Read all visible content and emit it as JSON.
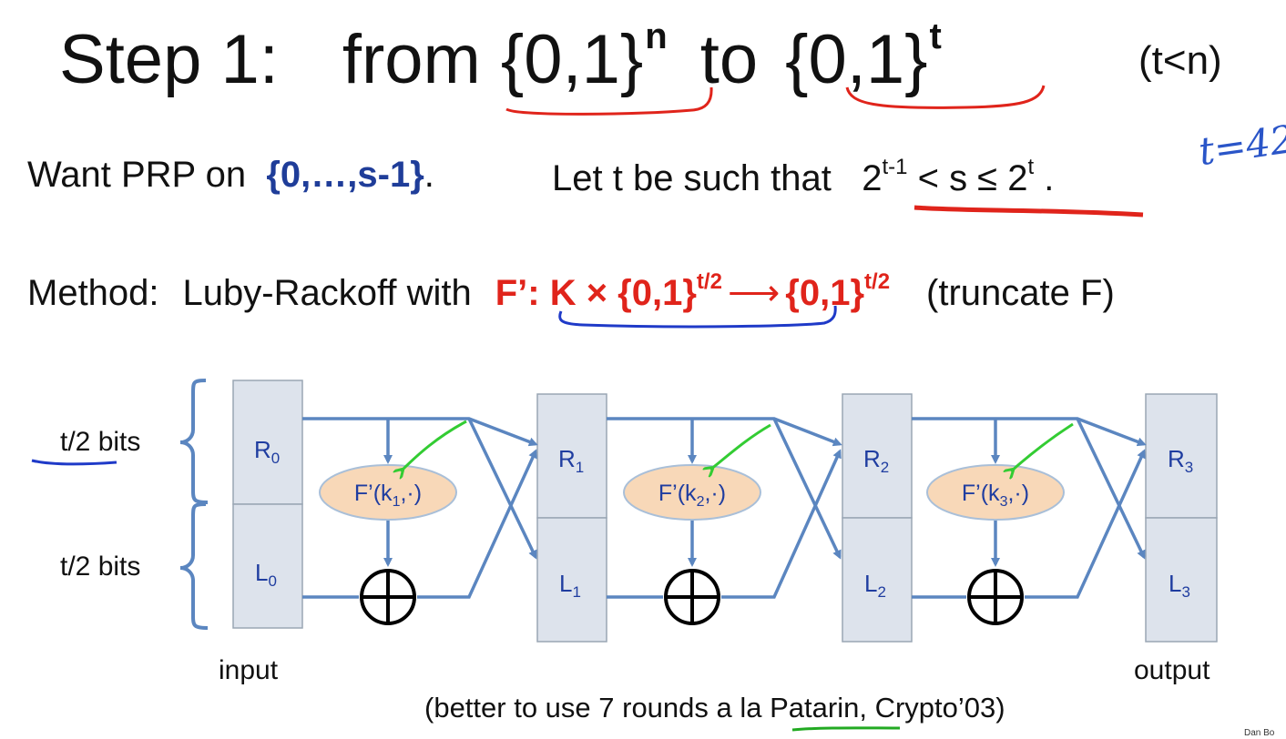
{
  "title": {
    "step": "Step 1:",
    "from": "from",
    "set_n": "{0,1}",
    "exp_n": "n",
    "to": "to",
    "set_t": "{0,1}",
    "exp_t": "t",
    "condition": "(t<n)"
  },
  "handwritten": "t=42",
  "want": {
    "prefix": "Want PRP on",
    "set": "{0,…,s-1}",
    "period": ".",
    "let": "Let  t  be such that",
    "ineq_base1": "2",
    "ineq_exp1": "t-1",
    "ineq_mid": " < s ≤ 2",
    "ineq_exp2": "t",
    "ineq_end": " ."
  },
  "method": {
    "label": "Method:",
    "text": "Luby-Rackoff with",
    "fprime": "F’:  K × {0,1}",
    "exp1": "t/2",
    "arrow": "⟶",
    "range": "{0,1}",
    "exp2": "t/2",
    "note": "(truncate F)"
  },
  "diagram": {
    "top_label": "t/2 bits",
    "bottom_label": "t/2 bits",
    "input_label": "input",
    "output_label": "output",
    "stages": [
      {
        "R": "R",
        "Rsub": "0",
        "L": "L",
        "Lsub": "0"
      },
      {
        "R": "R",
        "Rsub": "1",
        "L": "L",
        "Lsub": "1"
      },
      {
        "R": "R",
        "Rsub": "2",
        "L": "L",
        "Lsub": "2"
      },
      {
        "R": "R",
        "Rsub": "3",
        "L": "L",
        "Lsub": "3"
      }
    ],
    "functions": [
      {
        "pre": "F’(k",
        "sub": "1",
        "post": ",·)"
      },
      {
        "pre": "F’(k",
        "sub": "2",
        "post": ",·)"
      },
      {
        "pre": "F’(k",
        "sub": "3",
        "post": ",·)"
      }
    ]
  },
  "footer": {
    "pre": "(better to use 7 rounds a la ",
    "link": "Patarin",
    "post": ", Crypto’03)"
  },
  "credit": "Dan Bo",
  "colors": {
    "accent_blue": "#1f3d99",
    "accent_red": "#e0241b",
    "line_blue": "#5b86c0",
    "box_fill": "#dde3ec",
    "ellipse_fill": "#f8d8b8",
    "pen_green": "#33cc33"
  }
}
